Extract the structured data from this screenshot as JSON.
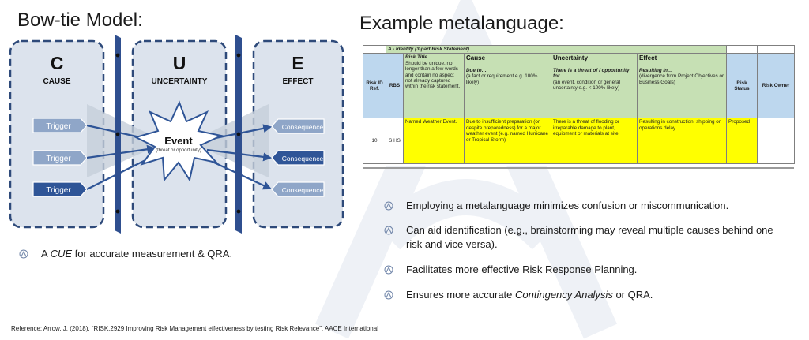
{
  "left_title": "Bow-tie Model:",
  "right_title": "Example metalanguage:",
  "bowtie": {
    "cause": {
      "letter": "C",
      "label": "CAUSE"
    },
    "uncertainty": {
      "letter": "U",
      "label": "UNCERTAINTY"
    },
    "effect": {
      "letter": "E",
      "label": "EFFECT"
    },
    "triggers": [
      "Trigger",
      "Trigger",
      "Trigger"
    ],
    "event": {
      "title": "Event",
      "subtitle": "(threat or opportunity)"
    },
    "consequences": [
      "Consequence",
      "Consequence",
      "Consequence"
    ],
    "colors": {
      "box_border": "#2e4a7a",
      "button_light": "#8fa6c8",
      "button_dark": "#2f5597",
      "barrier": "#2f4f8f"
    }
  },
  "left_bullet": {
    "pre": "A ",
    "em": "CUE",
    "post": " for accurate measurement & QRA."
  },
  "table": {
    "strip": "A - Identify (3-part Risk Statement)",
    "headers": {
      "risk_id": "Risk ID Ref.",
      "rbs": "RBS",
      "title_head": "Risk Title",
      "title_desc": "Should be unique, no longer than a few words and contain no aspect not already captured within the risk statement.",
      "cause_title": "Cause",
      "cause_sub": "Due to…",
      "cause_desc": "(a fact or requirement e.g. 100% likely)",
      "uncertainty_title": "Uncertainty",
      "uncertainty_sub": "There is a threat of / opportunity for…",
      "uncertainty_desc": "(an event, condition or general uncertainty e.g. < 100% likely)",
      "effect_title": "Effect",
      "effect_sub": "Resulting in…",
      "effect_desc": "(divergence from Project Objectives or Business Goals)",
      "risk_status": "Risk Status",
      "risk_owner": "Risk Owner"
    },
    "row": {
      "id": "10",
      "rbs": "S.HS",
      "title": "Named Weather Event.",
      "cause": "Due to insufficient preparation (or despite preparedness) for a major weather event (e.g. named Hurricane or Tropical Storm)",
      "uncertainty": "There is a threat of flooding or irreparable damage to plant, equipment or materials at site,",
      "effect": "Resulting in construction, shipping or operations delay.",
      "status": "Proposed",
      "owner": ""
    }
  },
  "right_bullets": [
    {
      "pre": "Employing a metalanguage minimizes confusion or miscommunication.",
      "em": "",
      "post": ""
    },
    {
      "pre": "Can aid identification (e.g., brainstorming may reveal multiple causes behind one risk and vice versa).",
      "em": "",
      "post": ""
    },
    {
      "pre": "Facilitates more effective Risk Response Planning.",
      "em": "",
      "post": ""
    },
    {
      "pre": "Ensures more accurate ",
      "em": "Contingency Analysis",
      "post": " or QRA."
    }
  ],
  "reference": "Reference: Arrow, J. (2018), “RISK.2929 Improving Risk Management effectiveness by testing Risk Relevance”, AACE International"
}
